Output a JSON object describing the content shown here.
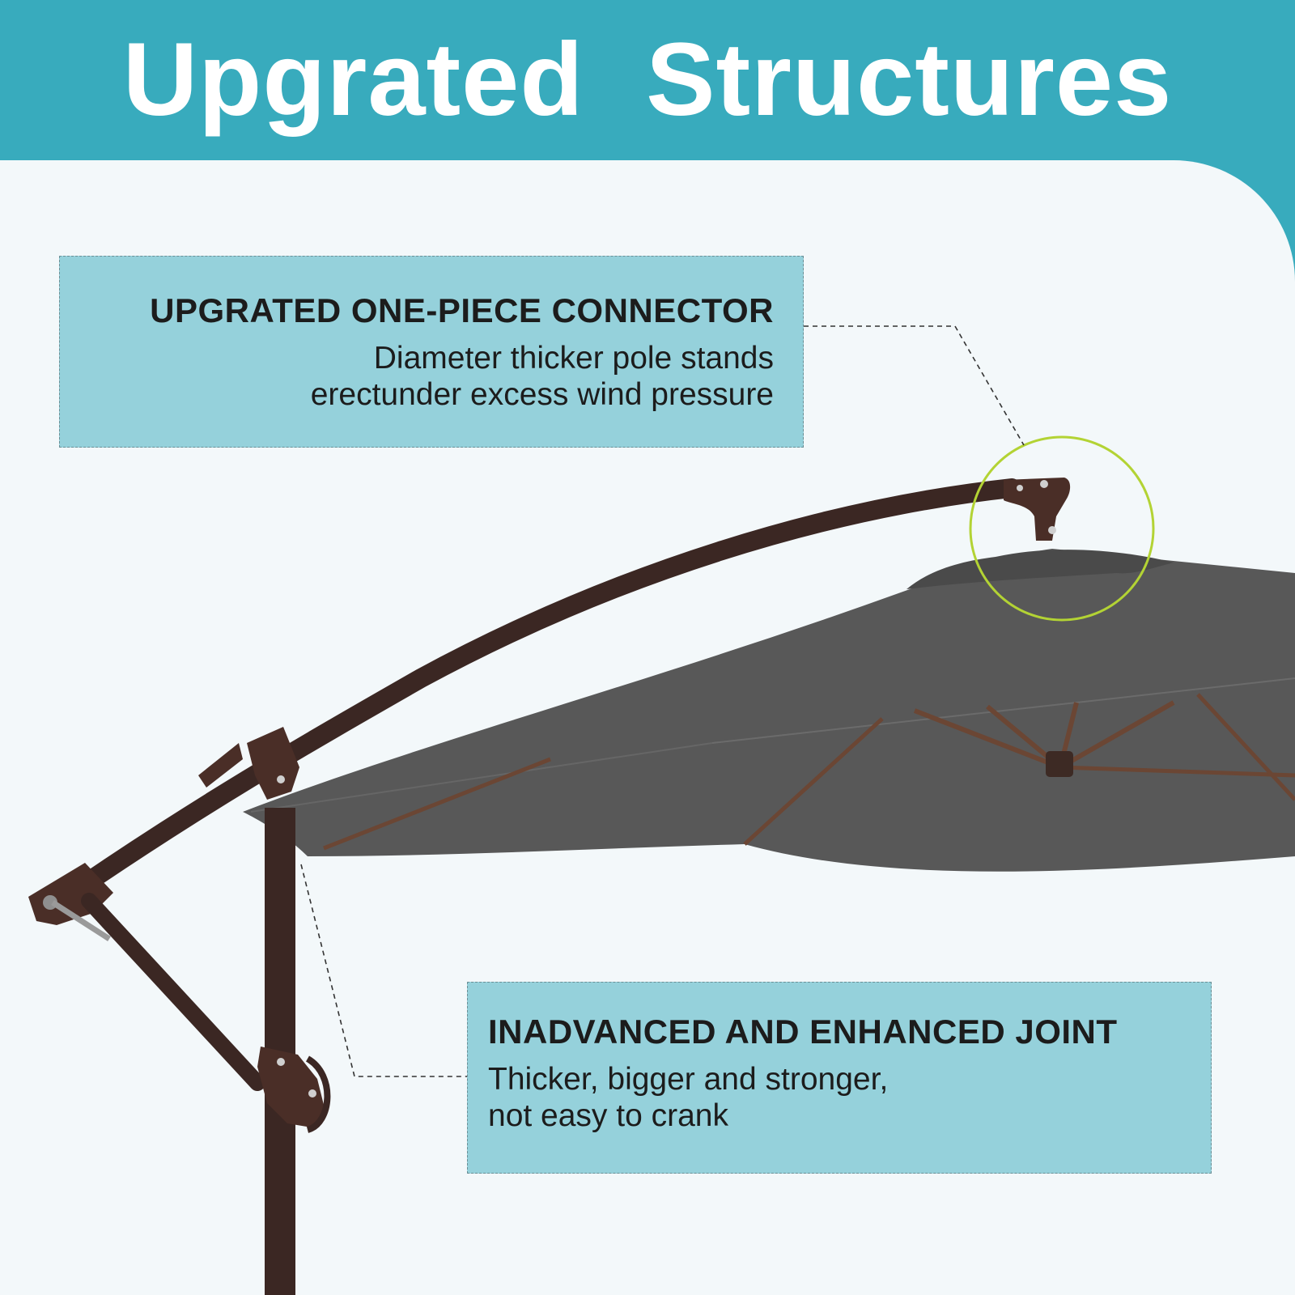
{
  "header": {
    "title": "Upgrated  Structures"
  },
  "callouts": {
    "connector": {
      "title": "UPGRATED ONE-PIECE CONNECTOR",
      "line1": "Diameter thicker pole stands",
      "line2": "erectunder excess wind pressure"
    },
    "joint": {
      "title": "INADVANCED AND ENHANCED JOINT",
      "line1": "Thicker, bigger and stronger,",
      "line2": "not easy to crank"
    }
  },
  "colors": {
    "banner": "#38abbd",
    "panel": "#f3f8fa",
    "callout_fill": "#95d1db",
    "highlight_ring": "#b3d334",
    "canopy": "#555555",
    "frame": "#3b2723"
  }
}
